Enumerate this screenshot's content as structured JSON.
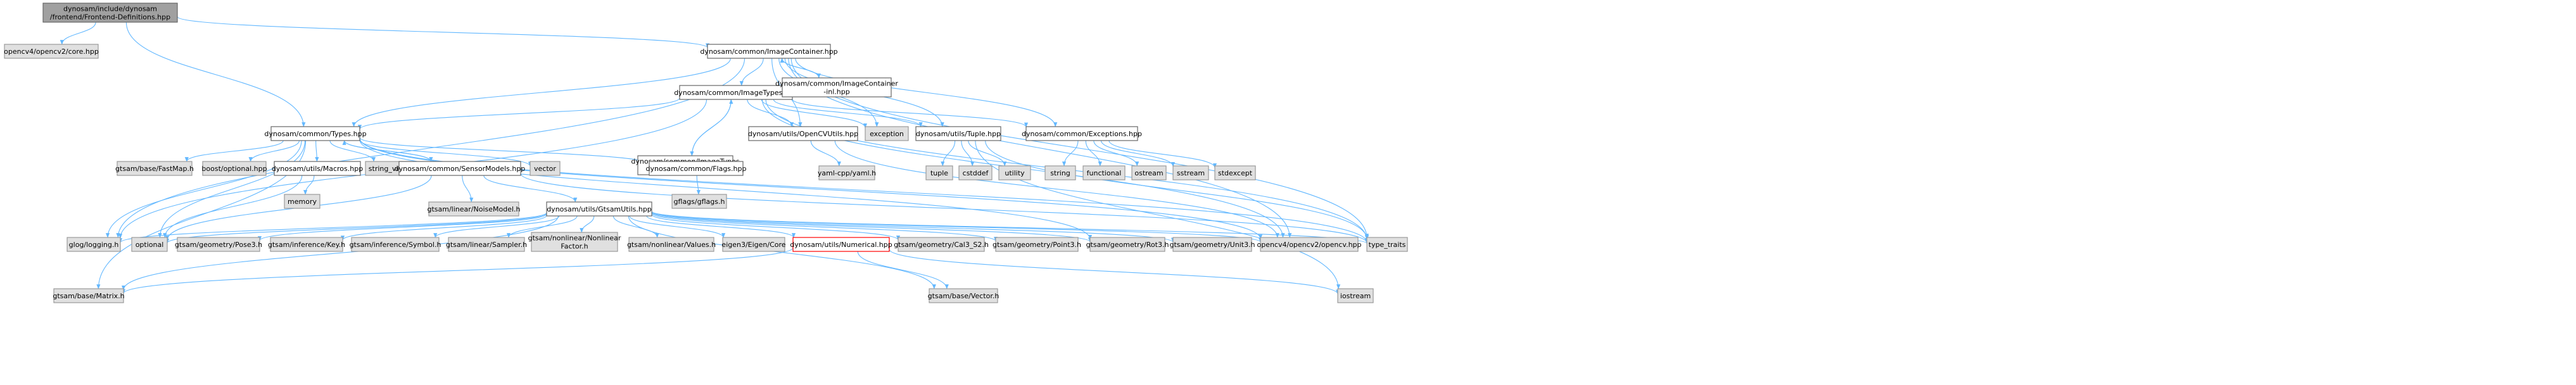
{
  "graph": {
    "nodes": [
      {
        "id": "root",
        "lines": [
          "dynosam/include/dynosam",
          "/frontend/Frontend-Definitions.hpp"
        ],
        "style": "dark"
      },
      {
        "id": "cv_core",
        "lines": [
          "opencv4/opencv2/core.hpp"
        ],
        "style": "gray"
      },
      {
        "id": "imgcontainer",
        "lines": [
          "dynosam/common/ImageContainer.hpp"
        ],
        "style": "white"
      },
      {
        "id": "imgtypes",
        "lines": [
          "dynosam/common/ImageTypes.hpp"
        ],
        "style": "white"
      },
      {
        "id": "imgcontainer_inl",
        "lines": [
          "dynosam/common/ImageContainer",
          "-inl.hpp"
        ],
        "style": "white"
      },
      {
        "id": "types",
        "lines": [
          "dynosam/common/Types.hpp"
        ],
        "style": "white"
      },
      {
        "id": "imgtypes_inl",
        "lines": [
          "dynosam/common/ImageTypes",
          "-inl.hpp"
        ],
        "style": "white"
      },
      {
        "id": "opencvutils",
        "lines": [
          "dynosam/utils/OpenCVUtils.hpp"
        ],
        "style": "white"
      },
      {
        "id": "exception",
        "lines": [
          "exception"
        ],
        "style": "gray"
      },
      {
        "id": "tuple_hpp",
        "lines": [
          "dynosam/utils/Tuple.hpp"
        ],
        "style": "white"
      },
      {
        "id": "exceptions",
        "lines": [
          "dynosam/common/Exceptions.hpp"
        ],
        "style": "white"
      },
      {
        "id": "fastmap",
        "lines": [
          "gtsam/base/FastMap.h"
        ],
        "style": "gray"
      },
      {
        "id": "boostopt",
        "lines": [
          "boost/optional.hpp"
        ],
        "style": "gray"
      },
      {
        "id": "macros",
        "lines": [
          "dynosam/utils/Macros.hpp"
        ],
        "style": "white"
      },
      {
        "id": "string_view",
        "lines": [
          "string_view"
        ],
        "style": "gray"
      },
      {
        "id": "sensormodels",
        "lines": [
          "dynosam/common/SensorModels.hpp"
        ],
        "style": "white"
      },
      {
        "id": "vector",
        "lines": [
          "vector"
        ],
        "style": "gray"
      },
      {
        "id": "flags",
        "lines": [
          "dynosam/common/Flags.hpp"
        ],
        "style": "white"
      },
      {
        "id": "yamlcpp",
        "lines": [
          "yaml-cpp/yaml.h"
        ],
        "style": "gray"
      },
      {
        "id": "tuple",
        "lines": [
          "tuple"
        ],
        "style": "gray"
      },
      {
        "id": "cstddef",
        "lines": [
          "cstddef"
        ],
        "style": "gray"
      },
      {
        "id": "utility",
        "lines": [
          "utility"
        ],
        "style": "gray"
      },
      {
        "id": "string",
        "lines": [
          "string"
        ],
        "style": "gray"
      },
      {
        "id": "functional",
        "lines": [
          "functional"
        ],
        "style": "gray"
      },
      {
        "id": "ostream",
        "lines": [
          "ostream"
        ],
        "style": "gray"
      },
      {
        "id": "sstream",
        "lines": [
          "sstream"
        ],
        "style": "gray"
      },
      {
        "id": "stdexcept",
        "lines": [
          "stdexcept"
        ],
        "style": "gray"
      },
      {
        "id": "memory",
        "lines": [
          "memory"
        ],
        "style": "gray"
      },
      {
        "id": "noisemodel",
        "lines": [
          "gtsam/linear/NoiseModel.h"
        ],
        "style": "gray"
      },
      {
        "id": "gflags",
        "lines": [
          "gflags/gflags.h"
        ],
        "style": "gray"
      },
      {
        "id": "gtsamutils",
        "lines": [
          "dynosam/utils/GtsamUtils.hpp"
        ],
        "style": "white"
      },
      {
        "id": "glog",
        "lines": [
          "glog/logging.h"
        ],
        "style": "gray"
      },
      {
        "id": "optional",
        "lines": [
          "optional"
        ],
        "style": "gray"
      },
      {
        "id": "pose3",
        "lines": [
          "gtsam/geometry/Pose3.h"
        ],
        "style": "gray"
      },
      {
        "id": "key",
        "lines": [
          "gtsam/inference/Key.h"
        ],
        "style": "gray"
      },
      {
        "id": "symbol",
        "lines": [
          "gtsam/inference/Symbol.h"
        ],
        "style": "gray"
      },
      {
        "id": "sampler",
        "lines": [
          "gtsam/linear/Sampler.h"
        ],
        "style": "gray"
      },
      {
        "id": "nonlinfactor",
        "lines": [
          "gtsam/nonlinear/Nonlinear",
          "Factor.h"
        ],
        "style": "gray"
      },
      {
        "id": "values",
        "lines": [
          "gtsam/nonlinear/Values.h"
        ],
        "style": "gray"
      },
      {
        "id": "eigencore",
        "lines": [
          "eigen3/Eigen/Core"
        ],
        "style": "gray"
      },
      {
        "id": "numerical",
        "lines": [
          "dynosam/utils/Numerical.hpp"
        ],
        "style": "red"
      },
      {
        "id": "cal3s2",
        "lines": [
          "gtsam/geometry/Cal3_S2.h"
        ],
        "style": "gray"
      },
      {
        "id": "point3",
        "lines": [
          "gtsam/geometry/Point3.h"
        ],
        "style": "gray"
      },
      {
        "id": "rot3",
        "lines": [
          "gtsam/geometry/Rot3.h"
        ],
        "style": "gray"
      },
      {
        "id": "unit3",
        "lines": [
          "gtsam/geometry/Unit3.h"
        ],
        "style": "gray"
      },
      {
        "id": "opencv",
        "lines": [
          "opencv4/opencv2/opencv.hpp"
        ],
        "style": "gray"
      },
      {
        "id": "type_traits",
        "lines": [
          "type_traits"
        ],
        "style": "gray"
      },
      {
        "id": "matrix",
        "lines": [
          "gtsam/base/Matrix.h"
        ],
        "style": "gray"
      },
      {
        "id": "vector_h",
        "lines": [
          "gtsam/base/Vector.h"
        ],
        "style": "gray"
      },
      {
        "id": "iostream",
        "lines": [
          "iostream"
        ],
        "style": "gray"
      }
    ],
    "edges": [
      [
        "root",
        "cv_core"
      ],
      [
        "root",
        "imgcontainer"
      ],
      [
        "root",
        "types"
      ],
      [
        "imgcontainer",
        "imgtypes"
      ],
      [
        "imgcontainer",
        "imgcontainer_inl"
      ],
      [
        "imgcontainer",
        "types"
      ],
      [
        "imgcontainer",
        "opencvutils"
      ],
      [
        "imgcontainer",
        "exception"
      ],
      [
        "imgcontainer",
        "tuple_hpp"
      ],
      [
        "imgcontainer",
        "exceptions"
      ],
      [
        "imgcontainer",
        "glog"
      ],
      [
        "imgcontainer",
        "opencv"
      ],
      [
        "imgcontainer",
        "type_traits"
      ],
      [
        "imgcontainer_inl",
        "imgcontainer"
      ],
      [
        "imgtypes",
        "types"
      ],
      [
        "imgtypes",
        "imgtypes_inl"
      ],
      [
        "imgtypes",
        "opencvutils"
      ],
      [
        "imgtypes",
        "exception"
      ],
      [
        "imgtypes",
        "tuple_hpp"
      ],
      [
        "imgtypes",
        "exceptions"
      ],
      [
        "imgtypes",
        "glog"
      ],
      [
        "imgtypes",
        "opencv"
      ],
      [
        "imgtypes",
        "type_traits"
      ],
      [
        "imgtypes_inl",
        "imgtypes"
      ],
      [
        "opencvutils",
        "yamlcpp"
      ],
      [
        "opencvutils",
        "opencv"
      ],
      [
        "tuple_hpp",
        "tuple"
      ],
      [
        "tuple_hpp",
        "cstddef"
      ],
      [
        "tuple_hpp",
        "utility"
      ],
      [
        "tuple_hpp",
        "type_traits"
      ],
      [
        "tuple_hpp",
        "iostream"
      ],
      [
        "exceptions",
        "string"
      ],
      [
        "exceptions",
        "functional"
      ],
      [
        "exceptions",
        "ostream"
      ],
      [
        "exceptions",
        "sstream"
      ],
      [
        "exceptions",
        "stdexcept"
      ],
      [
        "types",
        "fastmap"
      ],
      [
        "types",
        "boostopt"
      ],
      [
        "types",
        "macros"
      ],
      [
        "types",
        "string_view"
      ],
      [
        "types",
        "sensormodels"
      ],
      [
        "types",
        "vector"
      ],
      [
        "types",
        "flags"
      ],
      [
        "types",
        "glog"
      ],
      [
        "types",
        "optional"
      ],
      [
        "types",
        "matrix"
      ],
      [
        "types",
        "opencv"
      ],
      [
        "types",
        "type_traits"
      ],
      [
        "types",
        "rot3"
      ],
      [
        "macros",
        "memory"
      ],
      [
        "macros",
        "optional"
      ],
      [
        "sensormodels",
        "types"
      ],
      [
        "sensormodels",
        "noisemodel"
      ],
      [
        "sensormodels",
        "gtsamutils"
      ],
      [
        "sensormodels",
        "optional"
      ],
      [
        "sensormodels",
        "type_traits"
      ],
      [
        "flags",
        "gflags"
      ],
      [
        "gtsamutils",
        "glog"
      ],
      [
        "gtsamutils",
        "optional"
      ],
      [
        "gtsamutils",
        "pose3"
      ],
      [
        "gtsamutils",
        "key"
      ],
      [
        "gtsamutils",
        "symbol"
      ],
      [
        "gtsamutils",
        "sampler"
      ],
      [
        "gtsamutils",
        "nonlinfactor"
      ],
      [
        "gtsamutils",
        "values"
      ],
      [
        "gtsamutils",
        "eigencore"
      ],
      [
        "gtsamutils",
        "numerical"
      ],
      [
        "gtsamutils",
        "cal3s2"
      ],
      [
        "gtsamutils",
        "point3"
      ],
      [
        "gtsamutils",
        "rot3"
      ],
      [
        "gtsamutils",
        "unit3"
      ],
      [
        "gtsamutils",
        "opencv"
      ],
      [
        "gtsamutils",
        "type_traits"
      ],
      [
        "gtsamutils",
        "matrix"
      ],
      [
        "gtsamutils",
        "vector_h"
      ],
      [
        "numerical",
        "matrix"
      ],
      [
        "numerical",
        "vector_h"
      ],
      [
        "numerical",
        "iostream"
      ]
    ]
  }
}
